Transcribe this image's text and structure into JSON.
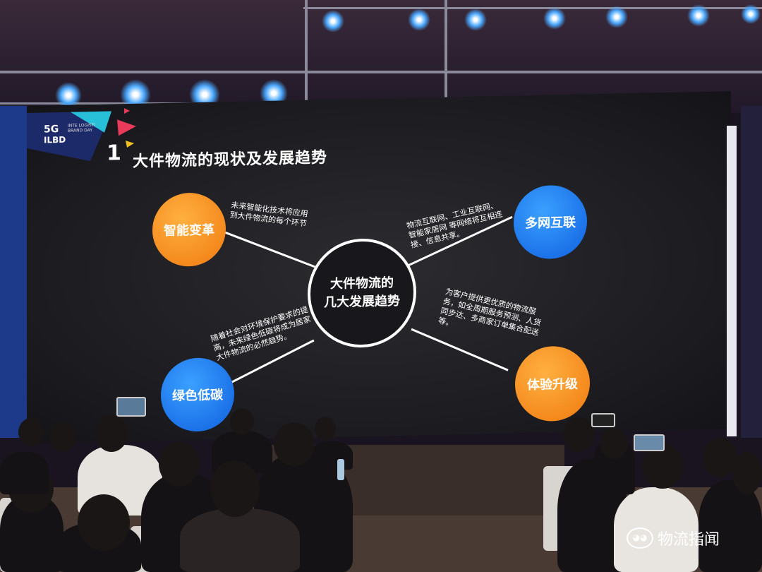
{
  "slide": {
    "logo_main": "5G",
    "logo_sub": "ILBD",
    "logo_small": "INTE LOGISTI BRAND DAY",
    "section_number": "1",
    "title": "大件物流的现状及发展趋势",
    "center_line1": "大件物流的",
    "center_line2": "几大发展趋势",
    "nodes": [
      {
        "label": "智能变革",
        "color": "#f08a18",
        "note": "未来智能化技术将应用到大件物流的每个环节"
      },
      {
        "label": "多网互联",
        "color": "#1a78f0",
        "note": "物流互联网、工业互联网、智能家居网 等网络将互相连接、信息共享。"
      },
      {
        "label": "绿色低碳",
        "color": "#1a78f0",
        "note": "随着社会对环境保护要求的提高，未来绿色低碳将成为居家大件物流的必然趋势。"
      },
      {
        "label": "体验升级",
        "color": "#f08a18",
        "note": "为客户提供更优质的物流服务，如全周期服务预测、人货同步达、多商家订单集合配送等。"
      }
    ]
  },
  "watermark": {
    "icon": "wechat-icon",
    "text": "物流指闻"
  }
}
